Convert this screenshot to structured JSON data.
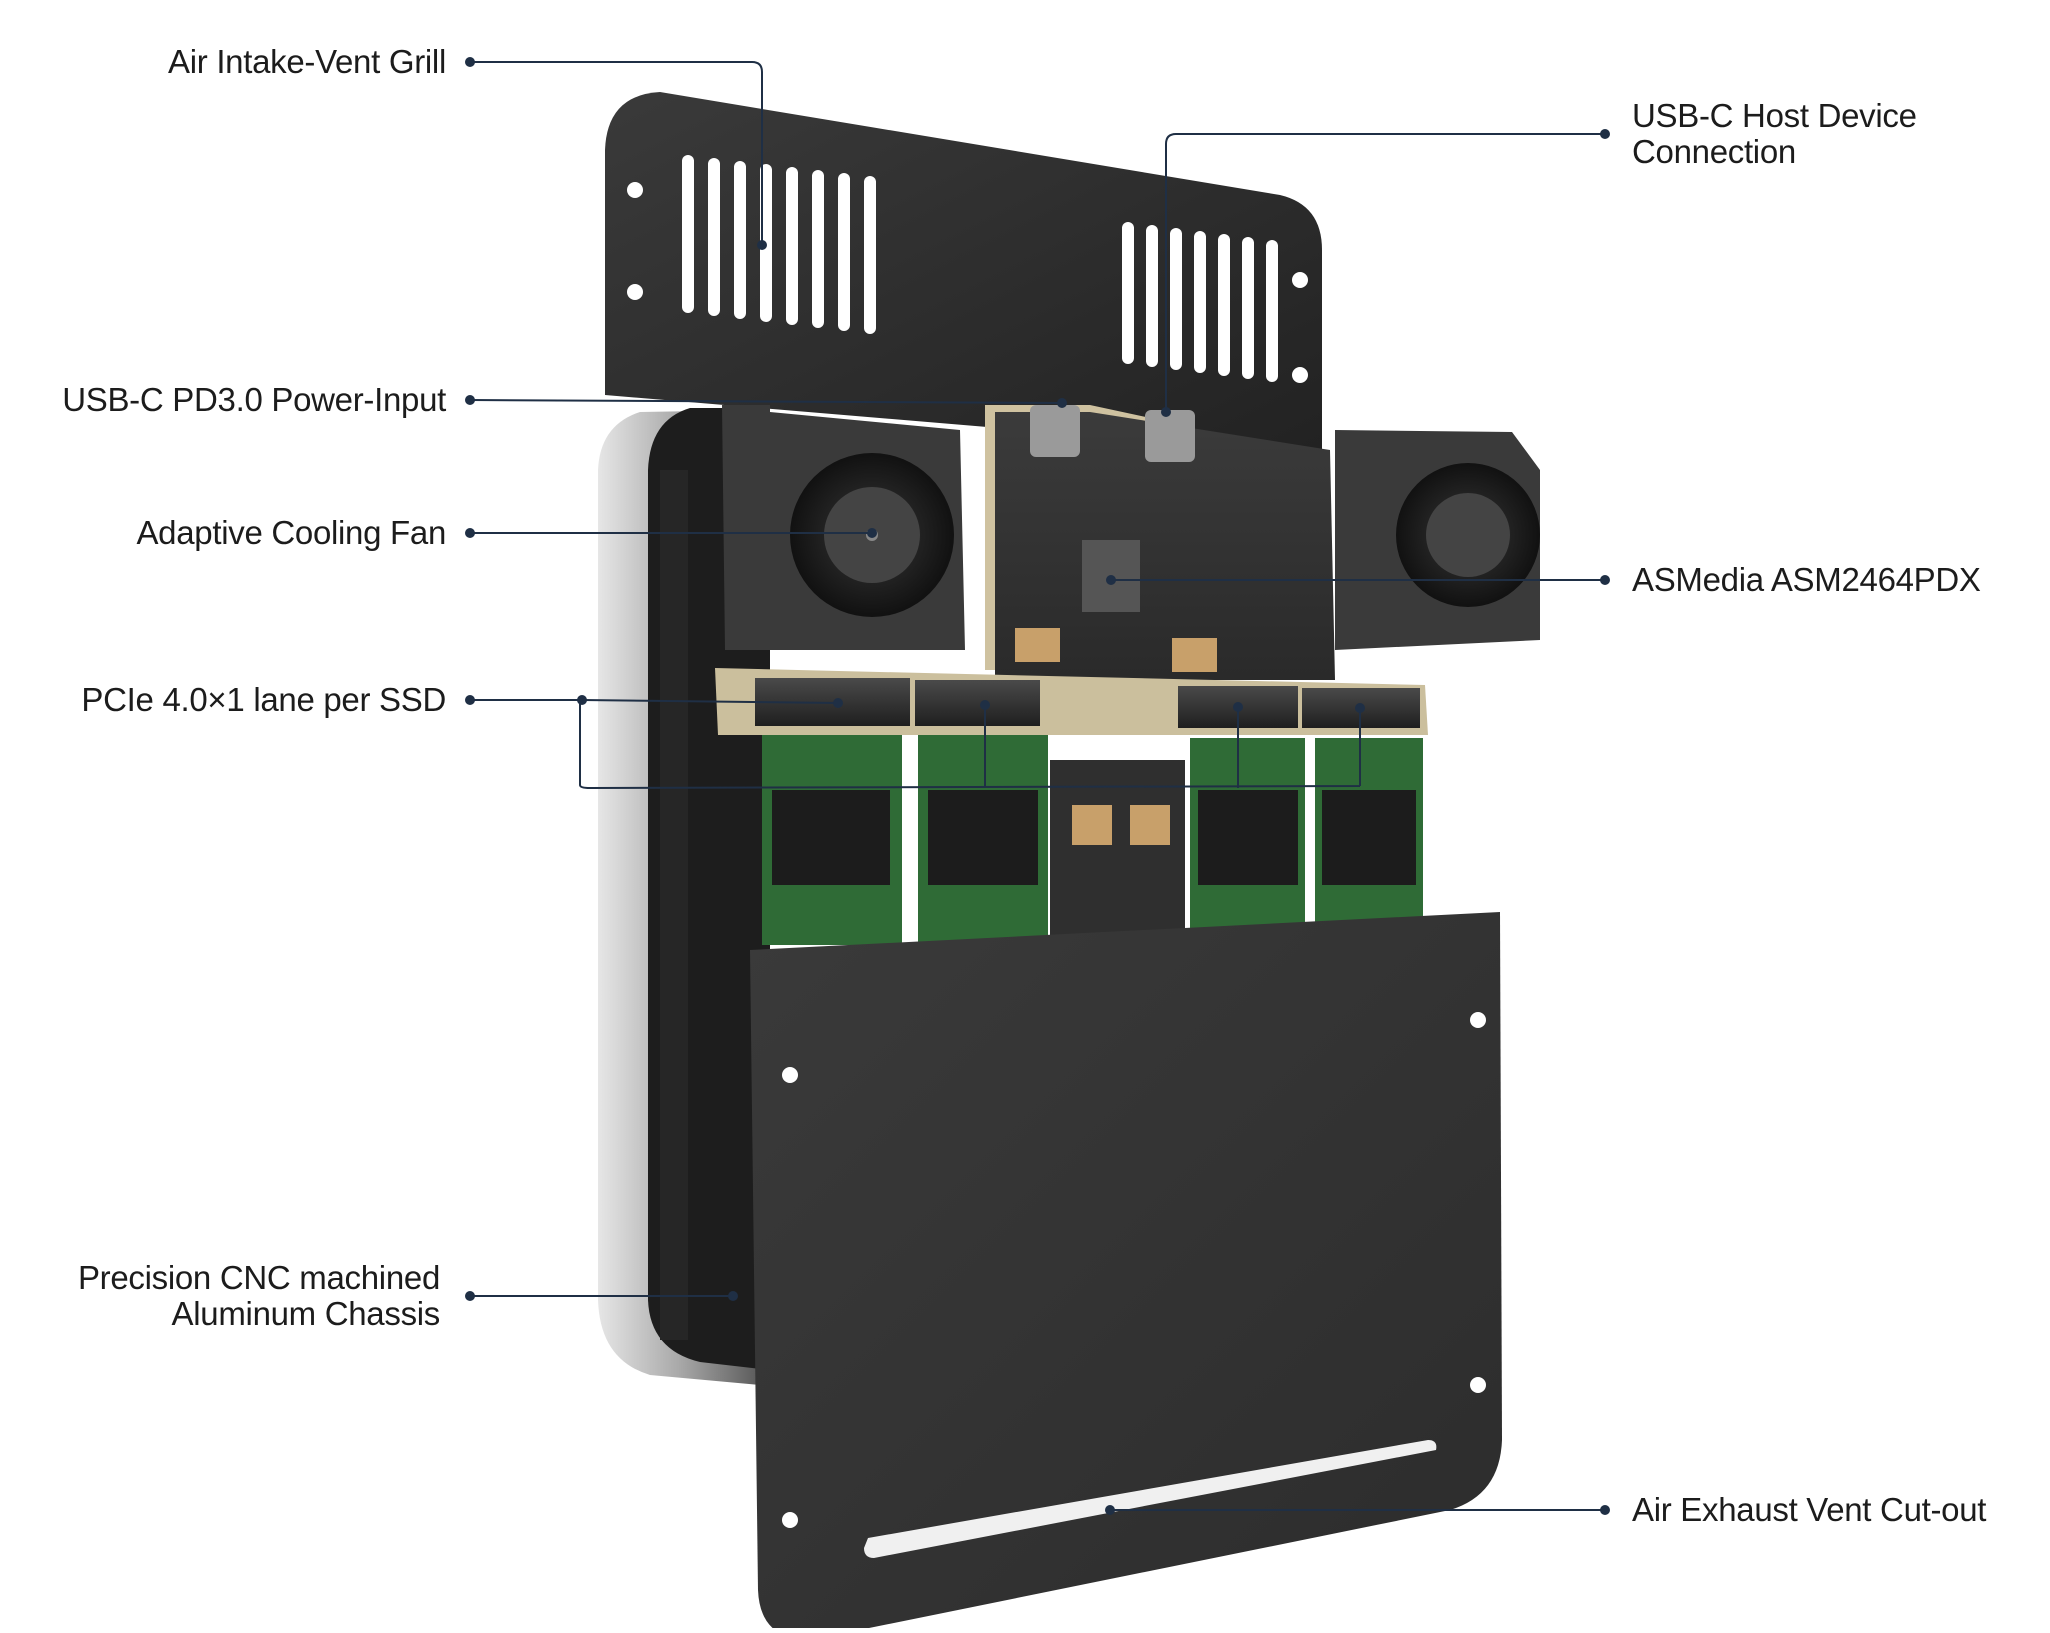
{
  "callouts": {
    "air_intake": {
      "lines": [
        "Air Intake-Vent Grill"
      ]
    },
    "usb_c_host": {
      "lines": [
        "USB-C  Host Device",
        "Connection"
      ]
    },
    "usb_c_power": {
      "lines": [
        "USB-C PD3.0 Power-Input"
      ]
    },
    "cooling_fan": {
      "lines": [
        "Adaptive Cooling Fan"
      ]
    },
    "asmedia": {
      "lines": [
        "ASMedia ASM2464PDX"
      ]
    },
    "pcie_lane": {
      "lines": [
        "PCIe 4.0×1 lane per SSD"
      ]
    },
    "chassis": {
      "lines": [
        "Precision CNC machined",
        "Aluminum Chassis"
      ]
    },
    "exhaust": {
      "lines": [
        "Air Exhaust Vent Cut-out"
      ]
    }
  },
  "colors": {
    "leader_line": "#1f2f45",
    "panel_dark": "#2b2b2b",
    "pcb_dark": "#333333",
    "ssd_green": "#2f6b36",
    "chassis_silver": "#c9c9c9",
    "connector_gold": "#c8a06a"
  }
}
